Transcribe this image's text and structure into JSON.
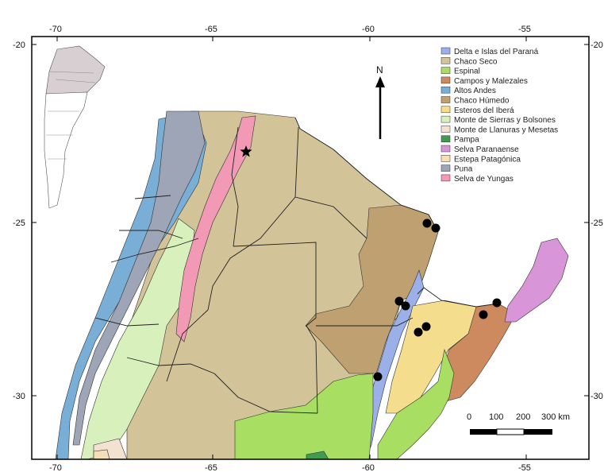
{
  "colors": {
    "delta": "#9bb0e8",
    "chaco_seco": "#d3c398",
    "espinal": "#a8df63",
    "campos": "#cc8a5e",
    "altos_andes": "#79aed6",
    "chaco_humedo": "#bfa171",
    "esteros": "#f5dd8e",
    "monte_sierras": "#d8f0bb",
    "monte_llanuras": "#f3e2d2",
    "pampa": "#3e9b50",
    "selva_paranaense": "#d895d8",
    "estepa": "#f6dfb6",
    "puna": "#9da5b6",
    "yungas": "#f29ab5",
    "water": "#ffffff",
    "frame": "#000000"
  },
  "axes": {
    "top": [
      "-70",
      "-65",
      "-60",
      "-55"
    ],
    "bottom": [
      "-70",
      "-65",
      "-60",
      "-55"
    ],
    "left": [
      "-20",
      "-25",
      "-30"
    ],
    "right": [
      "-20",
      "-25",
      "-30"
    ]
  },
  "legend": [
    {
      "label": "Delta e Islas del Paraná",
      "color": "#9bb0e8"
    },
    {
      "label": "Chaco Seco",
      "color": "#d3c398"
    },
    {
      "label": "Espinal",
      "color": "#a8df63"
    },
    {
      "label": "Campos y Malezales",
      "color": "#cc8a5e"
    },
    {
      "label": "Altos Andes",
      "color": "#79aed6"
    },
    {
      "label": "Chaco Húmedo",
      "color": "#bfa171"
    },
    {
      "label": "Esteros del Iberá",
      "color": "#f5dd8e"
    },
    {
      "label": "Monte de Sierras y Bolsones",
      "color": "#d8f0bb"
    },
    {
      "label": "Monte de Llanuras y Mesetas",
      "color": "#f3e2d2"
    },
    {
      "label": "Pampa",
      "color": "#3e9b50"
    },
    {
      "label": "Selva Paranaense",
      "color": "#d895d8"
    },
    {
      "label": "Estepa Patagónica",
      "color": "#f6dfb6"
    },
    {
      "label": "Puna",
      "color": "#9da5b6"
    },
    {
      "label": "Selva de Yungas",
      "color": "#f29ab5"
    }
  ],
  "north_arrow": {
    "label": "N"
  },
  "scale_bar": {
    "labels": [
      "0",
      "100",
      "200",
      "300 km"
    ]
  },
  "markers": {
    "dot": "sample-site",
    "star": "highlight-site"
  }
}
